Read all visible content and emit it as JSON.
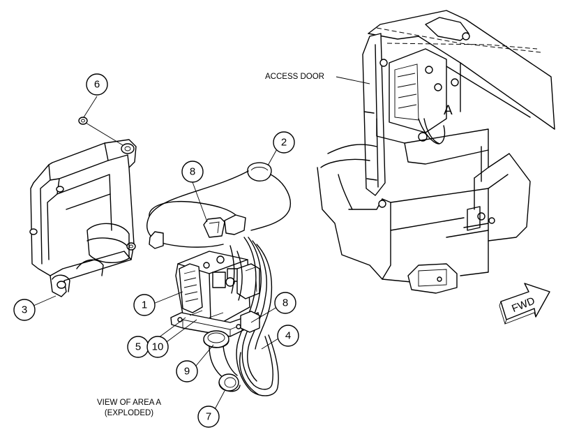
{
  "labels": {
    "access_door": "ACCESS DOOR",
    "view_line1": "VIEW OF AREA A",
    "view_line2": "(EXPLODED)",
    "area_letter": "A",
    "fwd": "FWD"
  },
  "callouts": {
    "c1": "1",
    "c2": "2",
    "c3": "3",
    "c4": "4",
    "c5": "5",
    "c6": "6",
    "c7": "7",
    "c8a": "8",
    "c8b": "8",
    "c9": "9",
    "c10": "10"
  }
}
